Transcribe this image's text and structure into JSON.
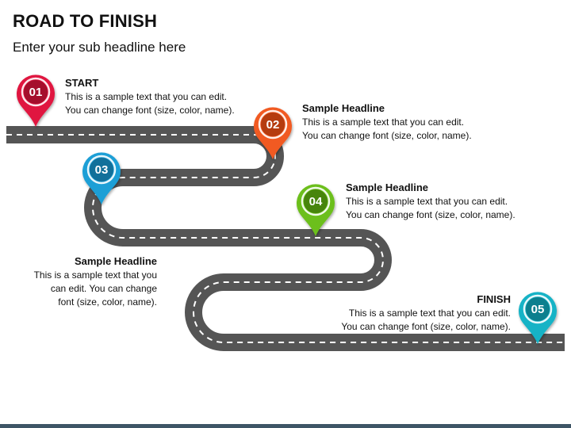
{
  "slide": {
    "title": "ROAD TO FINISH",
    "subtitle": "Enter your sub headline here"
  },
  "markers": [
    {
      "label": "01",
      "color": "#e0163f",
      "color_dark": "#a50e2c"
    },
    {
      "label": "02",
      "color": "#f15a24",
      "color_dark": "#b53c0f"
    },
    {
      "label": "03",
      "color": "#1f9fd6",
      "color_dark": "#12709a"
    },
    {
      "label": "04",
      "color": "#6cbf1a",
      "color_dark": "#47850c"
    },
    {
      "label": "05",
      "color": "#16b3c6",
      "color_dark": "#0c7f8e"
    }
  ],
  "blocks": [
    {
      "headline": "START",
      "lines": [
        "This is a sample text that you can edit.",
        "You can change font (size, color, name)."
      ]
    },
    {
      "headline": "Sample Headline",
      "lines": [
        "This is a sample text that you can edit.",
        "You can change font (size, color, name)."
      ]
    },
    {
      "headline": "Sample Headline",
      "lines": [
        "This is a sample text that you",
        "can edit. You can change",
        "font (size, color, name)."
      ]
    },
    {
      "headline": "Sample Headline",
      "lines": [
        "This is a sample text that you can edit.",
        "You can change font (size, color, name)."
      ]
    },
    {
      "headline": "FINISH",
      "lines": [
        "This is a sample text that you can edit.",
        "You can change font (size, color, name)."
      ]
    }
  ],
  "colors": {
    "road": "#555555",
    "road_dash": "#ffffff",
    "footer": "#3e5566"
  }
}
